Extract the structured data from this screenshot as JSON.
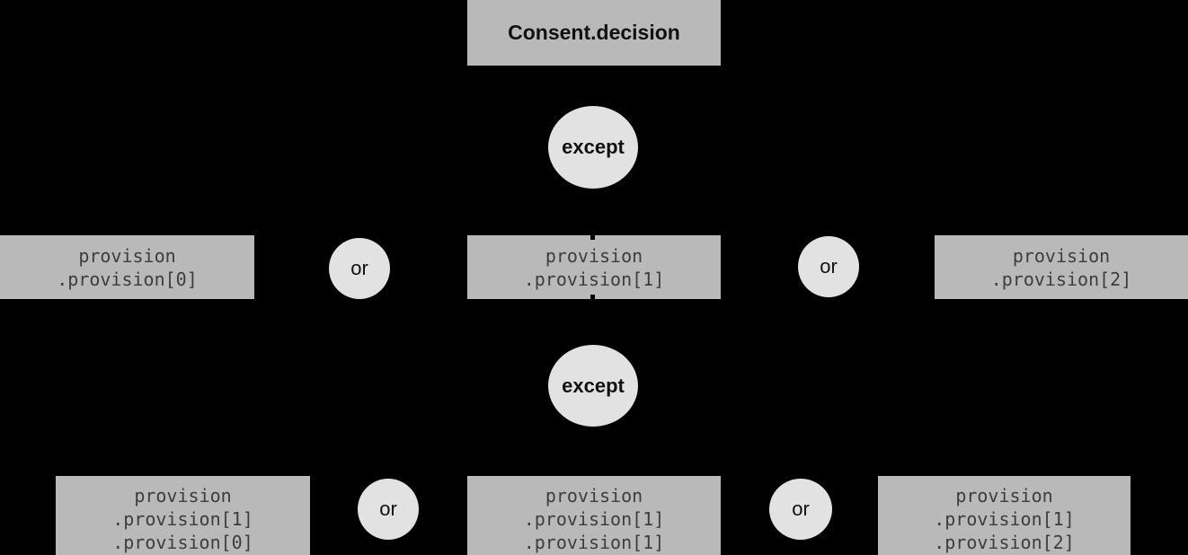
{
  "colors": {
    "background": "#000000",
    "node_box": "#b9b9b9",
    "operator_ellipse": "#e2e2e2",
    "box_text": "#3d3d3d",
    "label_text": "#111111"
  },
  "root": {
    "label": "Consent.decision"
  },
  "operators": {
    "except1": "except",
    "except2": "except",
    "or1": "or",
    "or2": "or",
    "or3": "or",
    "or4": "or"
  },
  "level1": {
    "nodes": [
      {
        "line1": "provision",
        "line2": ".provision[0]"
      },
      {
        "line1": "provision",
        "line2": ".provision[1]"
      },
      {
        "line1": "provision",
        "line2": ".provision[2]"
      }
    ]
  },
  "level2": {
    "nodes": [
      {
        "line1": "provision",
        "line2": ".provision[1]",
        "line3": ".provision[0]"
      },
      {
        "line1": "provision",
        "line2": ".provision[1]",
        "line3": ".provision[1]"
      },
      {
        "line1": "provision",
        "line2": ".provision[1]",
        "line3": ".provision[2]"
      }
    ]
  }
}
